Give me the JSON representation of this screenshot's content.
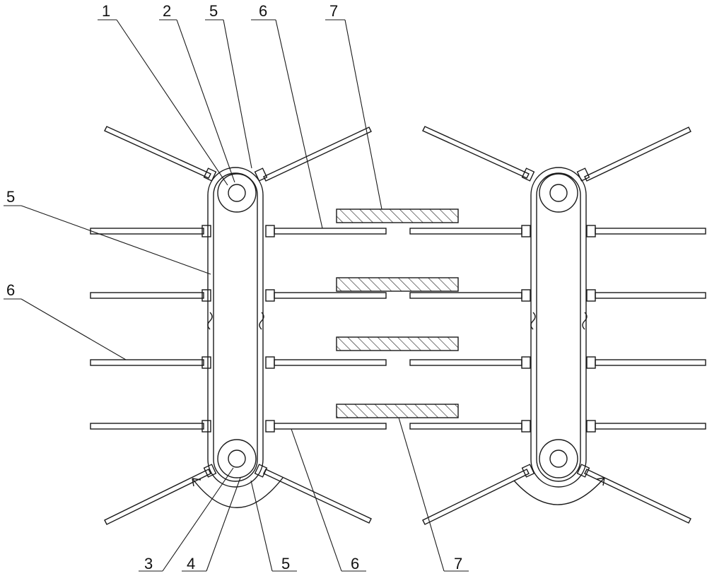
{
  "labels": {
    "l1": "1",
    "l2": "2",
    "l5a": "5",
    "l6a": "6",
    "l7a": "7",
    "l5b": "5",
    "l6b": "6",
    "l3": "3",
    "l4": "4",
    "l5c": "5",
    "l6c": "6",
    "l7b": "7"
  },
  "colors": {
    "line": "#1a1a1a",
    "background": "#ffffff"
  }
}
